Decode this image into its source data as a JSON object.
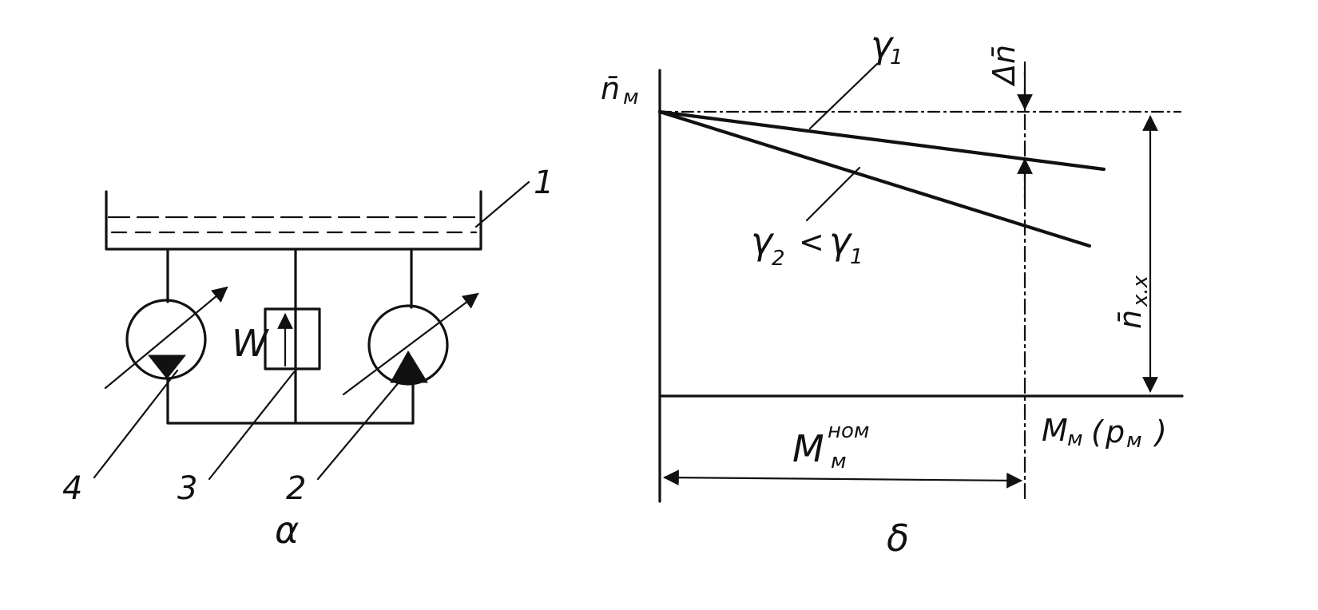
{
  "diagram_a": {
    "caption": "α",
    "callouts": [
      "1",
      "2",
      "3",
      "4"
    ],
    "valve_label": "W"
  },
  "diagram_b": {
    "caption": "δ",
    "y_axis": {
      "symbol": "n̄",
      "subscript": "м"
    },
    "x_axis": {
      "symbol": "M",
      "subscript": "м",
      "paren_symbol": "p",
      "paren_subscript": "м"
    },
    "x_span": {
      "symbol": "M",
      "superscript": "ном",
      "subscript": "м"
    },
    "gamma1": {
      "symbol": "γ",
      "subscript": "1"
    },
    "gamma2": {
      "symbol": "γ",
      "subscript": "2",
      "relation": "<",
      "rel_symbol": "γ",
      "rel_subscript": "1"
    },
    "delta_n": "Δn̄",
    "n_idle": {
      "symbol": "n̄",
      "subscript": "x.x"
    }
  },
  "colors": {
    "ink": "#111111",
    "paper": "#ffffff"
  }
}
